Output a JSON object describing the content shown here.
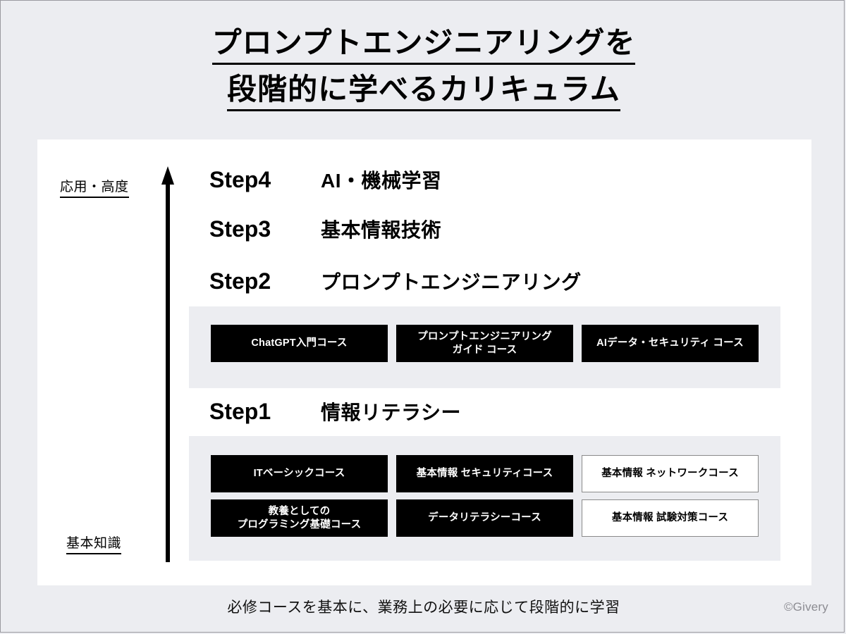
{
  "title": {
    "line1": "プロンプトエンジニアリングを",
    "line2": "段階的に学べるカリキュラム"
  },
  "axis": {
    "top_label": "応用・高度",
    "bottom_label": "基本知識",
    "icon": "up-arrow-icon"
  },
  "steps": [
    {
      "no": "Step4",
      "name": "AI・機械学習",
      "courses": []
    },
    {
      "no": "Step3",
      "name": "基本情報技術",
      "courses": []
    },
    {
      "no": "Step2",
      "name": "プロンプトエンジニアリング",
      "courses": [
        {
          "line1": "ChatGPT入門コース",
          "line2": "",
          "style": "filled"
        },
        {
          "line1": "プロンプトエンジニアリング",
          "line2": "ガイド コース",
          "style": "filled"
        },
        {
          "line1": "AIデータ・セキュリティ コース",
          "line2": "",
          "style": "filled"
        }
      ]
    },
    {
      "no": "Step1",
      "name": "情報リテラシー",
      "courses": [
        {
          "line1": "ITベーシックコース",
          "line2": "",
          "style": "filled"
        },
        {
          "line1": "基本情報 セキュリティコース",
          "line2": "",
          "style": "filled"
        },
        {
          "line1": "基本情報 ネットワークコース",
          "line2": "",
          "style": "outlined"
        },
        {
          "line1": "教養としての",
          "line2": "プログラミング基礎コース",
          "style": "filled"
        },
        {
          "line1": "データリテラシーコース",
          "line2": "",
          "style": "filled"
        },
        {
          "line1": "基本情報 試験対策コース",
          "line2": "",
          "style": "outlined"
        }
      ]
    }
  ],
  "footer": {
    "caption": "必修コースを基本に、業務上の必要に応じて段階的に学習",
    "copyright": "©Givery"
  },
  "colors": {
    "background": "#ecedf1",
    "panel": "#ffffff",
    "band": "#ecedf1",
    "filled_box": "#000000",
    "outlined_border": "#8a8a8a",
    "copyright_text": "#8c8c92"
  }
}
